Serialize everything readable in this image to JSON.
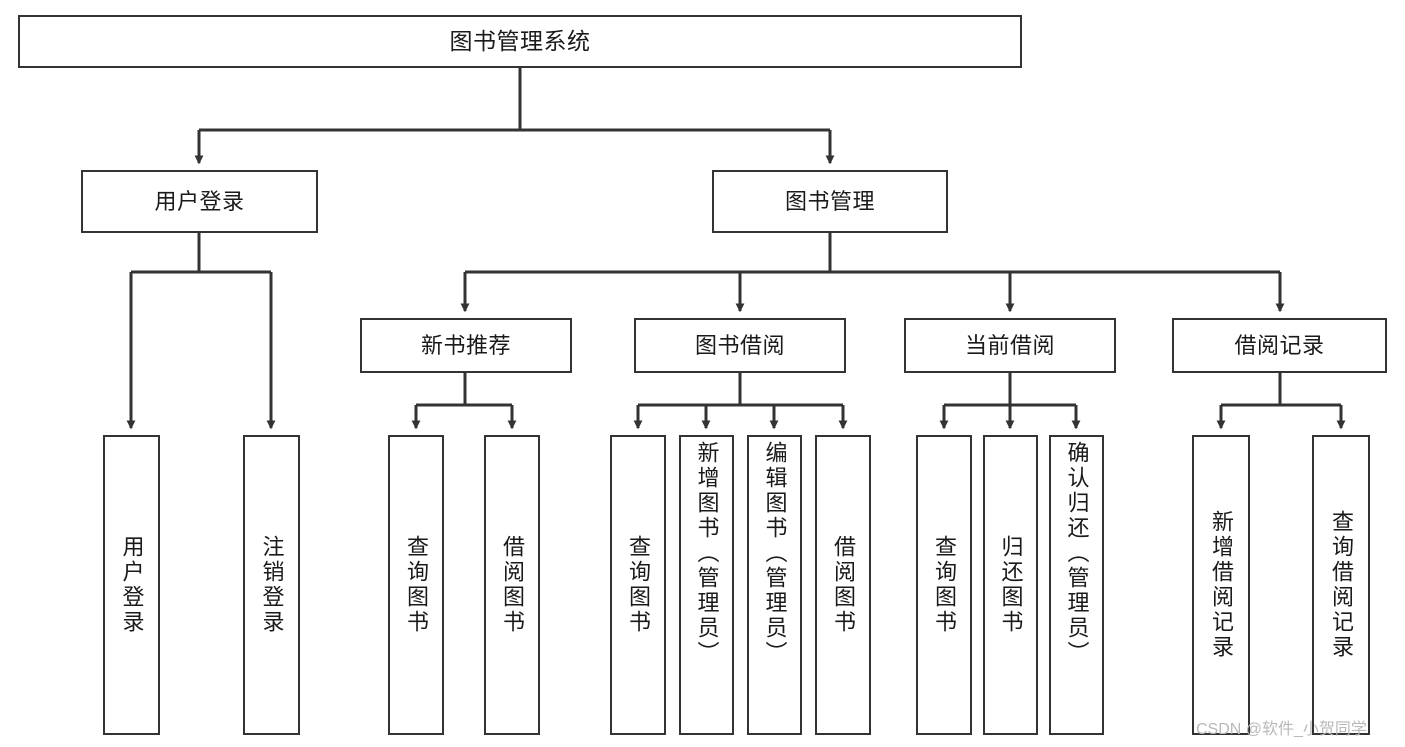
{
  "diagram": {
    "title": "图书管理系统",
    "type": "功能结构图",
    "line_color": "#333333",
    "box_fill": "#ffffff",
    "text_color": "#1a1a1a",
    "watermark": {
      "text": "CSDN @软件_小贺同学",
      "color": "#b9b9b9"
    },
    "root": {
      "label": "图书管理系统"
    },
    "branches": [
      {
        "label": "用户登录",
        "children": [
          {
            "label": "用户登录"
          },
          {
            "label": "注销登录"
          }
        ]
      },
      {
        "label": "图书管理",
        "children": [
          {
            "label": "新书推荐",
            "children": [
              {
                "label": "查询图书"
              },
              {
                "label": "借阅图书"
              }
            ]
          },
          {
            "label": "图书借阅",
            "children": [
              {
                "label": "查询图书"
              },
              {
                "label": "新增图书（管理员）"
              },
              {
                "label": "编辑图书（管理员）"
              },
              {
                "label": "借阅图书"
              }
            ]
          },
          {
            "label": "当前借阅",
            "children": [
              {
                "label": "查询图书"
              },
              {
                "label": "归还图书"
              },
              {
                "label": "确认归还（管理员）"
              }
            ]
          },
          {
            "label": "借阅记录",
            "children": [
              {
                "label": "新增借阅记录"
              },
              {
                "label": "查询借阅记录"
              }
            ]
          }
        ]
      }
    ]
  }
}
